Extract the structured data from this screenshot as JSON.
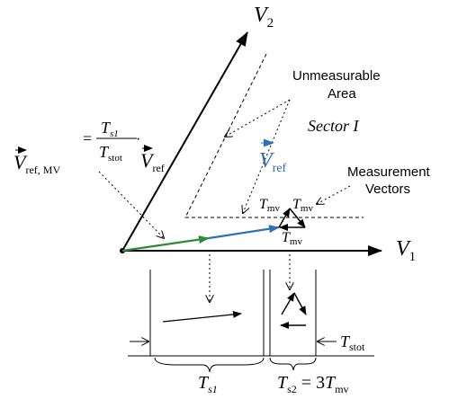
{
  "labels": {
    "v2": "V",
    "v2_sub": "2",
    "v1": "V",
    "v1_sub": "1",
    "unmeasurable_line1": "Unmeasurable",
    "unmeasurable_line2": "Area",
    "sector": "Sector I",
    "vref": "V",
    "vref_sub": "ref",
    "measurement_line1": "Measurement",
    "measurement_line2": "Vectors",
    "tmv": "T",
    "tmv_sub": "mv",
    "eq_lhs": "V",
    "eq_lhs_sub": "ref, MV",
    "eq_equals": "=",
    "eq_num": "T",
    "eq_num_sub": "s1",
    "eq_den": "T",
    "eq_den_sub": "stot",
    "eq_dot": "·",
    "eq_rhs": "V",
    "eq_rhs_sub": "ref",
    "tstot": "T",
    "tstot_sub": "stot",
    "ts1": "T",
    "ts1_sub": "s1",
    "ts2": "T",
    "ts2_sub": "s2",
    "ts2_eq": " = 3",
    "ts2_rhs": "T",
    "ts2_rhs_sub": "mv"
  },
  "colors": {
    "axis": "#000000",
    "green_vector": "#2e8b3a",
    "blue_vector": "#2f6fb5",
    "vref_label": "#2f6fb5"
  }
}
